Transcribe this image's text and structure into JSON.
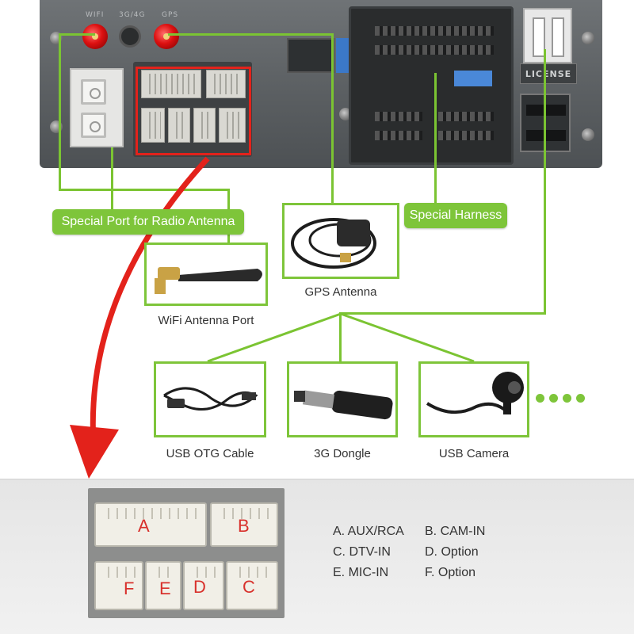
{
  "device": {
    "chassis_labels": [
      "WIFI",
      "3G/4G",
      "GPS"
    ],
    "license_label": "LICENSE"
  },
  "callouts": {
    "radio_antenna": "Special Port for Radio Antenna",
    "special_harness": "Special Harness",
    "gps_antenna": "GPS Antenna",
    "wifi_antenna": "WiFi Antenna Port",
    "usb_otg": "USB OTG Cable",
    "dongle_3g": "3G Dongle",
    "usb_camera": "USB Camera"
  },
  "connector": {
    "letters": [
      "A",
      "B",
      "F",
      "E",
      "D",
      "C"
    ]
  },
  "legend": [
    {
      "text": "A. AUX/RCA"
    },
    {
      "text": "B. CAM-IN"
    },
    {
      "text": "C. DTV-IN"
    },
    {
      "text": "D. Option"
    },
    {
      "text": "E. MIC-IN"
    },
    {
      "text": "F. Option"
    }
  ],
  "colors": {
    "accent_green": "#7ec53a",
    "highlight_red": "#e3221b"
  }
}
